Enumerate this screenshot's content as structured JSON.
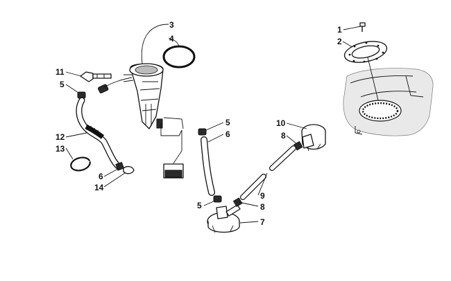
{
  "diagram": {
    "callouts": [
      {
        "id": "c1",
        "label": "1"
      },
      {
        "id": "c2",
        "label": "2"
      },
      {
        "id": "c3",
        "label": "3"
      },
      {
        "id": "c4",
        "label": "4"
      },
      {
        "id": "c11",
        "label": "11"
      },
      {
        "id": "c5a",
        "label": "5"
      },
      {
        "id": "c12",
        "label": "12"
      },
      {
        "id": "c13",
        "label": "13"
      },
      {
        "id": "c6a",
        "label": "6"
      },
      {
        "id": "c14",
        "label": "14"
      },
      {
        "id": "c5b",
        "label": "5"
      },
      {
        "id": "c6b",
        "label": "6"
      },
      {
        "id": "c10",
        "label": "10"
      },
      {
        "id": "c8a",
        "label": "8"
      },
      {
        "id": "c9",
        "label": "9"
      },
      {
        "id": "c8b",
        "label": "8"
      },
      {
        "id": "c5c",
        "label": "5"
      },
      {
        "id": "c7",
        "label": "7"
      }
    ]
  }
}
